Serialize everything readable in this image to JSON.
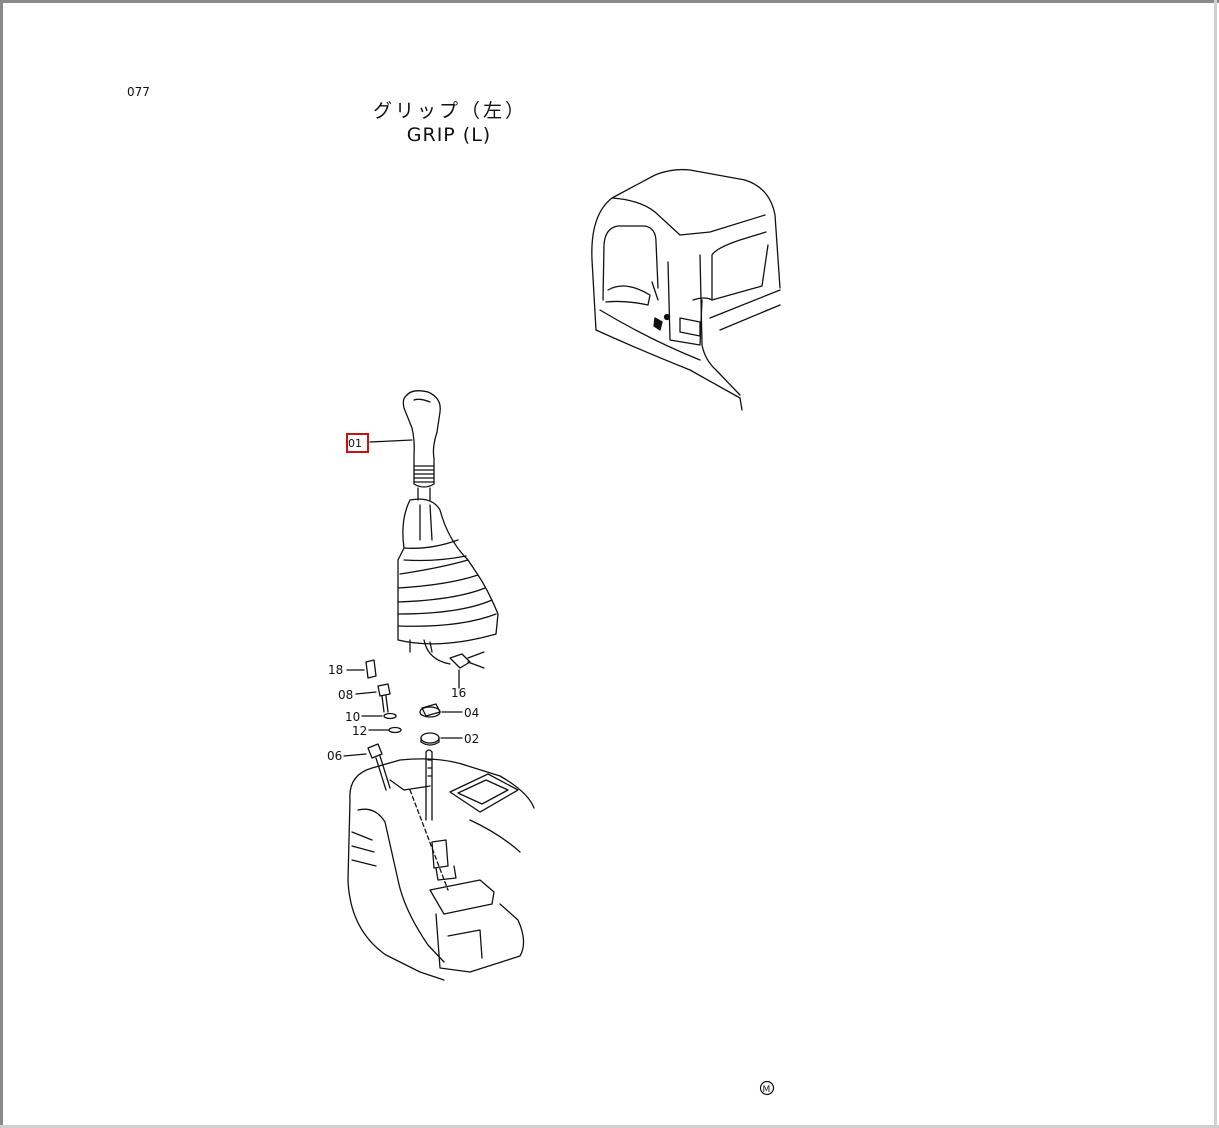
{
  "page": {
    "number": "077"
  },
  "title": {
    "ja": "グリップ（左）",
    "en": "GRIP (L)"
  },
  "callouts": [
    {
      "id": "01",
      "text": "01"
    },
    {
      "id": "02",
      "text": "02"
    },
    {
      "id": "04",
      "text": "04"
    },
    {
      "id": "06",
      "text": "06"
    },
    {
      "id": "08",
      "text": "08"
    },
    {
      "id": "10",
      "text": "10"
    },
    {
      "id": "12",
      "text": "12"
    },
    {
      "id": "16",
      "text": "16"
    },
    {
      "id": "18",
      "text": "18"
    }
  ],
  "selected_callout": "01",
  "mark": "M",
  "colors": {
    "line": "#111111",
    "highlight": "#cc1111"
  }
}
